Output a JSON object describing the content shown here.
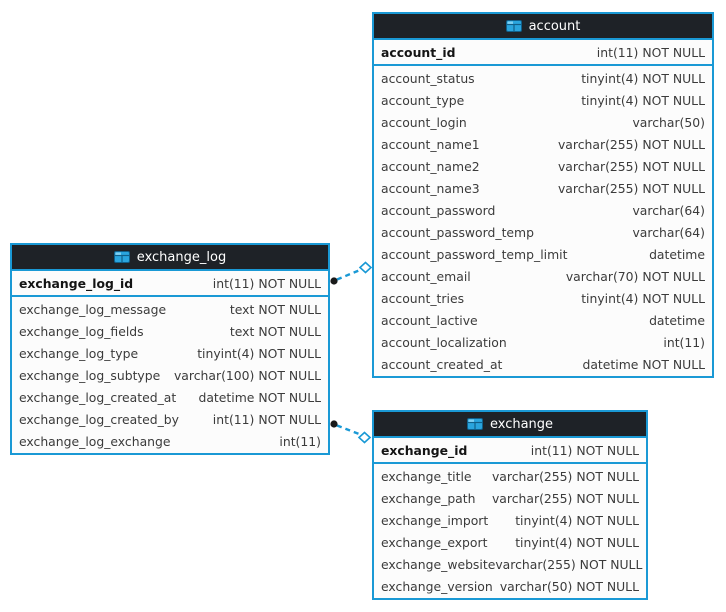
{
  "diagram": {
    "tool": "database-eer-diagram",
    "colors": {
      "accent_blue": "#1a99d5",
      "header_bg": "#1e2227",
      "header_text": "#ffffff",
      "row_text": "#3b3b3b",
      "pk_text": "#141414",
      "card_bg": "#fcfcfc",
      "canvas_bg": "#ffffff",
      "connector_dot": "#1a1a1a",
      "icon_blue": "#2aa5de"
    },
    "tables": [
      {
        "id": "account",
        "title": "account",
        "icon": "table-icon",
        "primary_key": {
          "name": "account_id",
          "type": "int(11) NOT NULL"
        },
        "columns": [
          {
            "name": "account_status",
            "type": "tinyint(4) NOT NULL"
          },
          {
            "name": "account_type",
            "type": "tinyint(4) NOT NULL"
          },
          {
            "name": "account_login",
            "type": "varchar(50)"
          },
          {
            "name": "account_name1",
            "type": "varchar(255) NOT NULL"
          },
          {
            "name": "account_name2",
            "type": "varchar(255) NOT NULL"
          },
          {
            "name": "account_name3",
            "type": "varchar(255) NOT NULL"
          },
          {
            "name": "account_password",
            "type": "varchar(64)"
          },
          {
            "name": "account_password_temp",
            "type": "varchar(64)"
          },
          {
            "name": "account_password_temp_limit",
            "type": "datetime"
          },
          {
            "name": "account_email",
            "type": "varchar(70) NOT NULL"
          },
          {
            "name": "account_tries",
            "type": "tinyint(4) NOT NULL"
          },
          {
            "name": "account_lactive",
            "type": "datetime"
          },
          {
            "name": "account_localization",
            "type": "int(11)"
          },
          {
            "name": "account_created_at",
            "type": "datetime NOT NULL"
          }
        ]
      },
      {
        "id": "exchange_log",
        "title": "exchange_log",
        "icon": "table-icon",
        "primary_key": {
          "name": "exchange_log_id",
          "type": "int(11) NOT NULL"
        },
        "columns": [
          {
            "name": "exchange_log_message",
            "type": "text NOT NULL"
          },
          {
            "name": "exchange_log_fields",
            "type": "text NOT NULL"
          },
          {
            "name": "exchange_log_type",
            "type": "tinyint(4) NOT NULL"
          },
          {
            "name": "exchange_log_subtype",
            "type": "varchar(100) NOT NULL"
          },
          {
            "name": "exchange_log_created_at",
            "type": "datetime NOT NULL"
          },
          {
            "name": "exchange_log_created_by",
            "type": "int(11) NOT NULL"
          },
          {
            "name": "exchange_log_exchange",
            "type": "int(11)"
          }
        ]
      },
      {
        "id": "exchange",
        "title": "exchange",
        "icon": "table-icon",
        "primary_key": {
          "name": "exchange_id",
          "type": "int(11) NOT NULL"
        },
        "columns": [
          {
            "name": "exchange_title",
            "type": "varchar(255) NOT NULL"
          },
          {
            "name": "exchange_path",
            "type": "varchar(255) NOT NULL"
          },
          {
            "name": "exchange_import",
            "type": "tinyint(4) NOT NULL"
          },
          {
            "name": "exchange_export",
            "type": "tinyint(4) NOT NULL"
          },
          {
            "name": "exchange_website",
            "type": "varchar(255) NOT NULL"
          },
          {
            "name": "exchange_version",
            "type": "varchar(50) NOT NULL"
          }
        ]
      }
    ],
    "relationships": [
      {
        "from": "exchange_log",
        "to": "account",
        "line_style": "dashed"
      },
      {
        "from": "exchange_log",
        "to": "exchange",
        "line_style": "dashed"
      }
    ]
  }
}
